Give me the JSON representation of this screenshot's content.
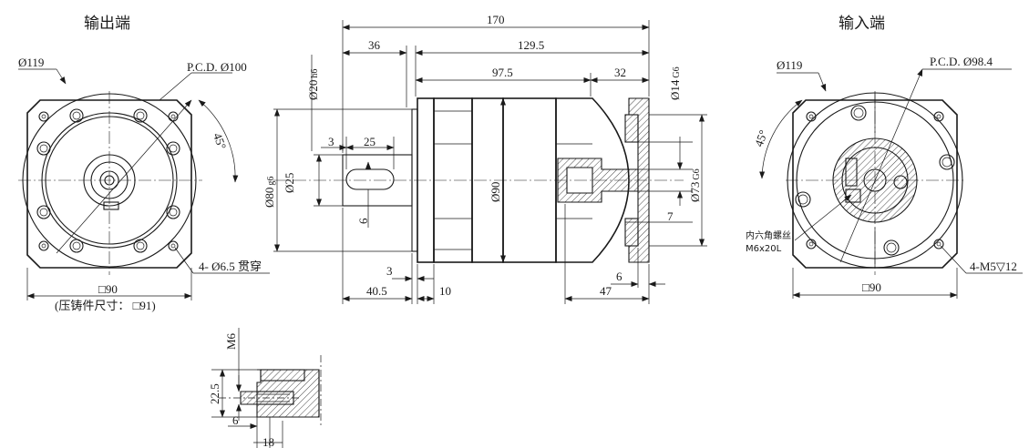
{
  "views": {
    "output_title": "输出端",
    "input_title": "输入端"
  },
  "output_view": {
    "dia_119": "Ø119",
    "pcd": "P.C.D. Ø100",
    "angle": "45°",
    "holes": "4- Ø6.5 贯穿",
    "square": "□90",
    "casting": "(压铸件尺寸： □91)"
  },
  "side_view": {
    "overall_length": "170",
    "flange_length": "36",
    "body_length": "129.5",
    "len_97_5": "97.5",
    "len_32": "32",
    "shaft_dia": "Ø20",
    "shaft_tol": "h6",
    "pilot_dia": "Ø80",
    "pilot_tol": "g6",
    "shaft_d25": "Ø25",
    "key_offset": "3",
    "key_length": "25",
    "key_width": "6",
    "body_dia": "Ø90",
    "bore_dia": "Ø14",
    "bore_tol": "G6",
    "input_pilot_dia": "Ø73",
    "input_pilot_tol": "G6",
    "len_7": "7",
    "len_3": "3",
    "len_40_5": "40.5",
    "len_10": "10",
    "len_6": "6",
    "len_47": "47"
  },
  "input_view": {
    "dia_119": "Ø119",
    "pcd": "P.C.D. Ø98.4",
    "angle": "45°",
    "screw_cn": "内六角螺丝",
    "screw_spec": "M6x20L",
    "threads": "4-M5▽12",
    "square": "□90"
  },
  "detail_view": {
    "thread": "M6",
    "depth": "22.5",
    "offset": "6",
    "length": "18"
  }
}
